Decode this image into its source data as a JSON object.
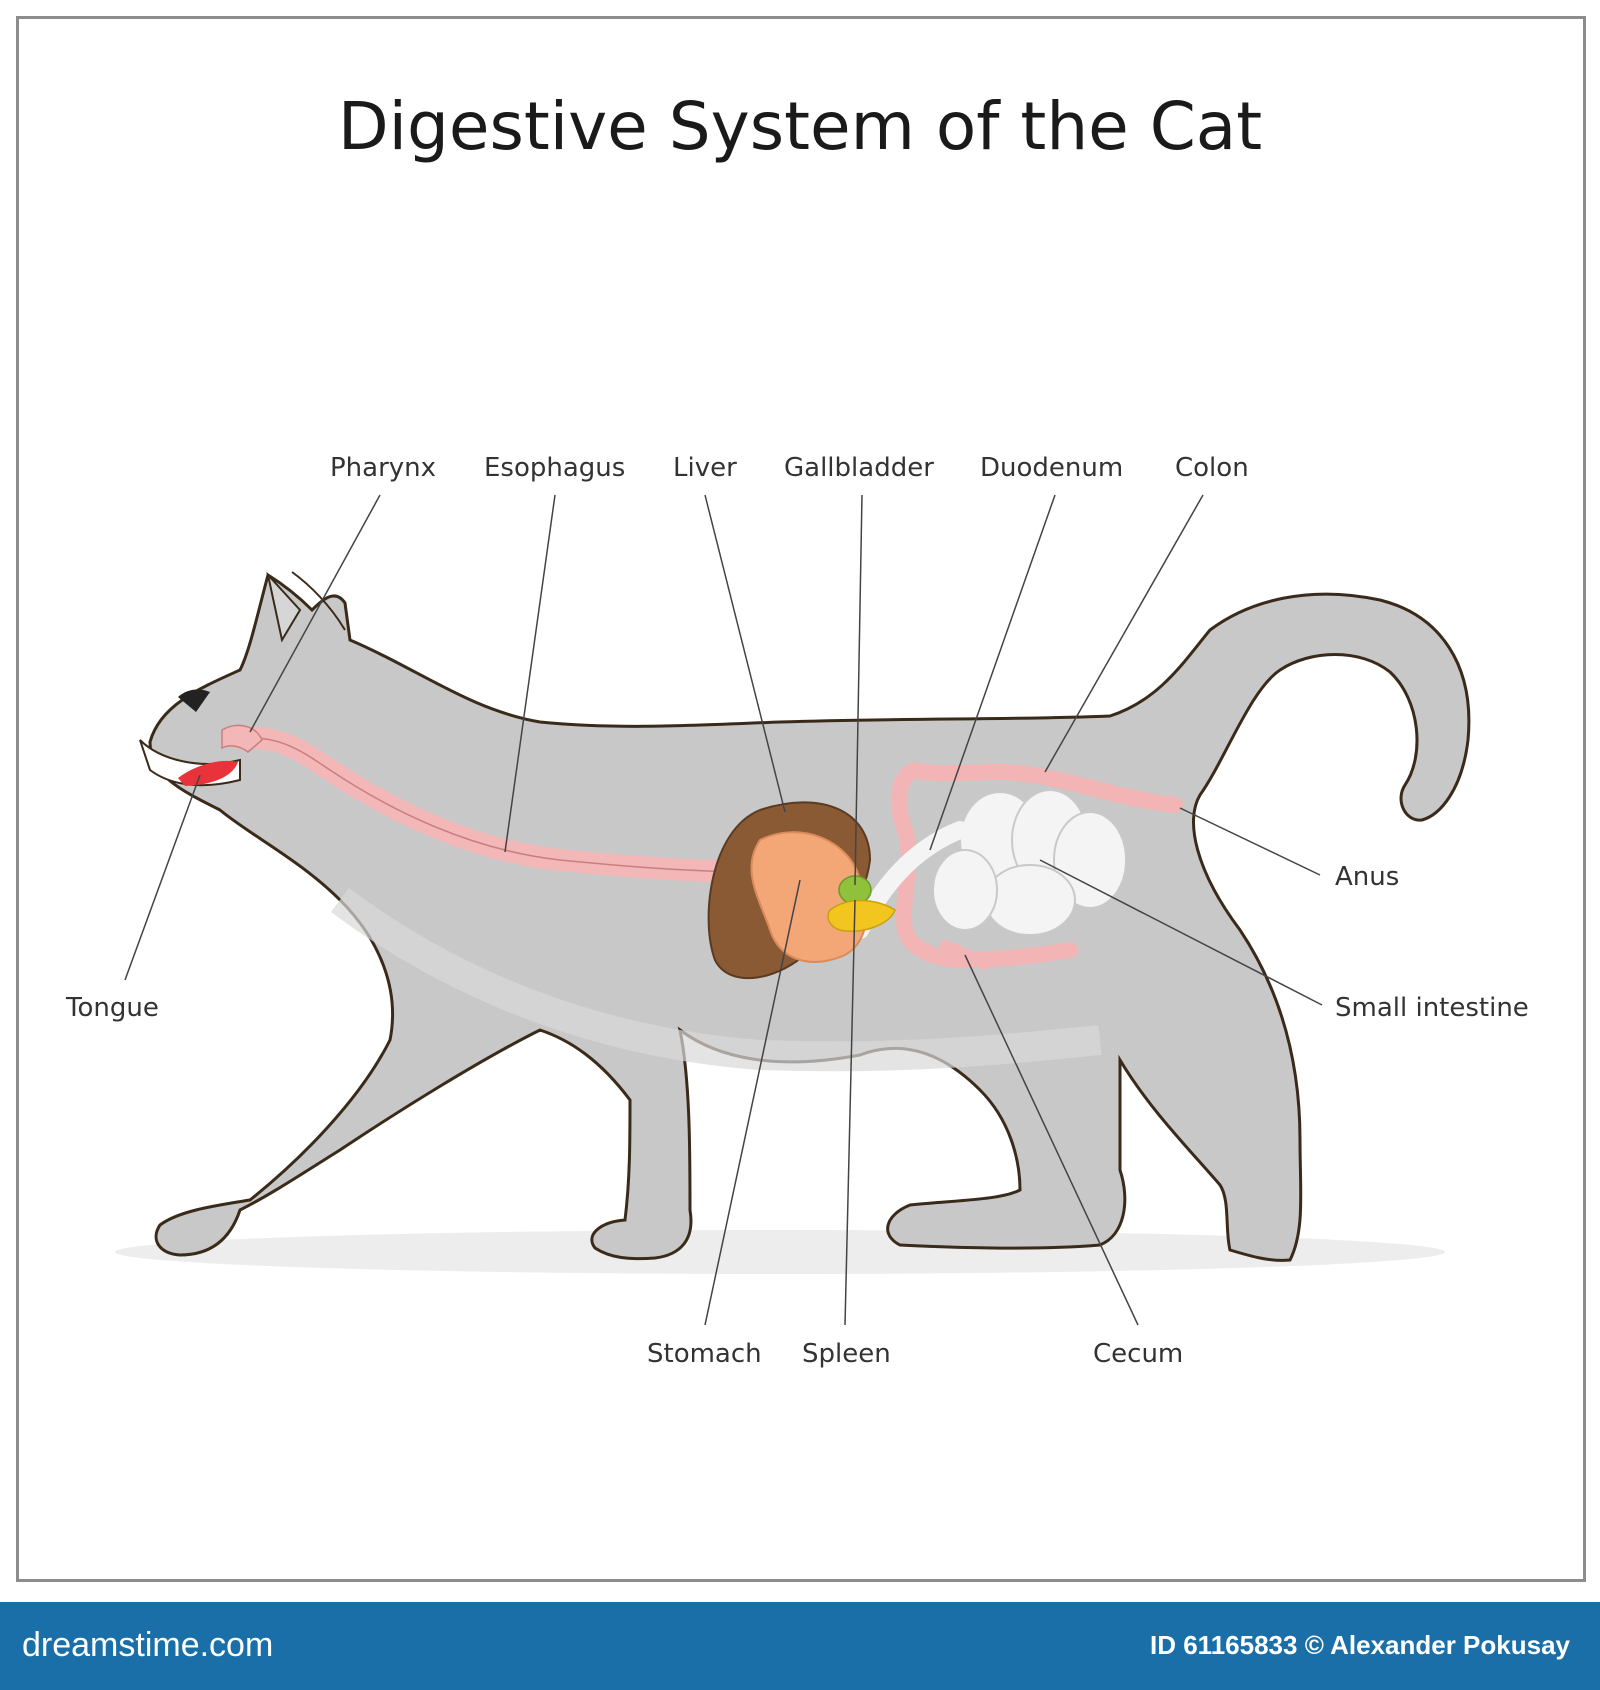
{
  "title": "Digestive System of the Cat",
  "labels": {
    "pharynx": "Pharynx",
    "esophagus": "Esophagus",
    "liver": "Liver",
    "gallbladder": "Gallbladder",
    "duodenum": "Duodenum",
    "colon": "Colon",
    "anus": "Anus",
    "small_intestine": "Small intestine",
    "tongue": "Tongue",
    "stomach": "Stomach",
    "spleen": "Spleen",
    "cecum": "Cecum"
  },
  "footer": {
    "brand": "dreamstime.com",
    "id_credit": "ID 61165833 © Alexander Pokusay"
  },
  "colors": {
    "body": "#c8c8c8",
    "outline": "#3a2a1a",
    "esophagus": "#f3b7b7",
    "liver": "#8a5a35",
    "stomach": "#f3a676",
    "gallbladder": "#f2c51f",
    "spleen": "#8fc23a",
    "intestine": "#f4f4f4",
    "footer": "#1b6fa8"
  }
}
